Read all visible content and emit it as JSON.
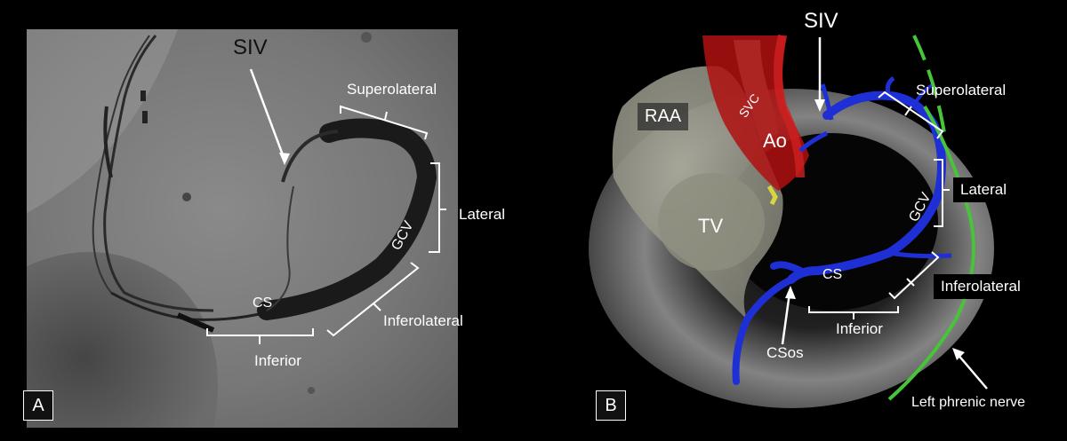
{
  "panel_a": {
    "letter": "A",
    "labels": {
      "siv": "SIV",
      "superolateral": "Superolateral",
      "lateral": "Lateral",
      "gcv": "GCV",
      "cs": "CS",
      "inferolateral": "Inferolateral",
      "inferior": "Inferior"
    }
  },
  "panel_b": {
    "letter": "B",
    "labels": {
      "siv": "SIV",
      "superolateral": "Superolateral",
      "raa": "RAA",
      "svc": "SVC",
      "ao": "Ao",
      "lateral": "Lateral",
      "tv": "TV",
      "gcv": "GCV",
      "cs": "CS",
      "inferolateral": "Inferolateral",
      "inferior": "Inferior",
      "csos": "CSos",
      "left_phrenic_nerve": "Left phrenic nerve"
    }
  }
}
